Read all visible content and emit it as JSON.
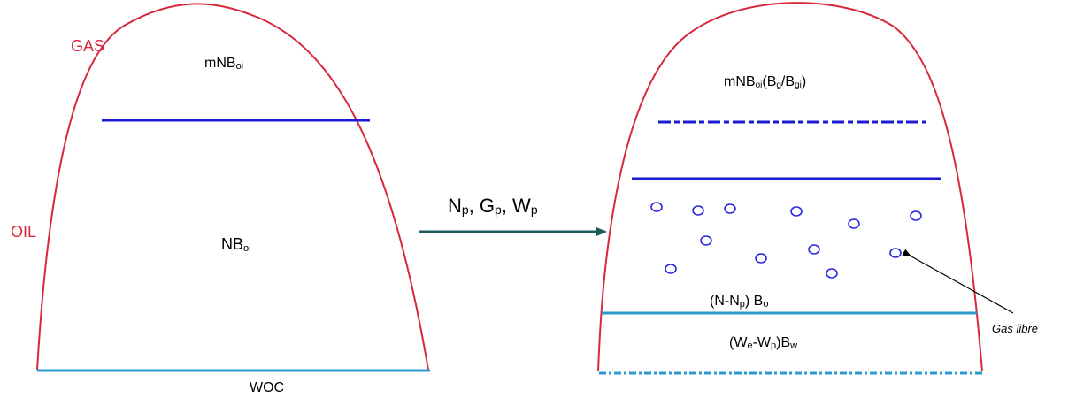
{
  "colors": {
    "dome": "#d8283c",
    "gas_oil_contact": "#1a1ad0",
    "water_contact": "#2a9bd0",
    "arrow": "#1f5a5a",
    "bubble": "#2a2ae0",
    "text": "#111111"
  },
  "left": {
    "gas_label": "GAS",
    "oil_label": "OIL",
    "gas_cap": {
      "main": "mNB",
      "sub": "oi"
    },
    "oil_zone": {
      "main": "NB",
      "sub": "oi"
    },
    "woc_label": "WOC"
  },
  "arrow": {
    "label": [
      {
        "main": "N",
        "sub": "p"
      },
      {
        "main": ", G",
        "sub": "p"
      },
      {
        "main": ", W",
        "sub": "p"
      }
    ]
  },
  "right": {
    "gas_cap": [
      {
        "main": "mNB",
        "sub": "oi"
      },
      {
        "main": "(B",
        "sub": "g"
      },
      {
        "main": "/B",
        "sub": "gi"
      },
      {
        "main": ")",
        "sub": ""
      }
    ],
    "oil_zone": [
      {
        "main": "(N-N",
        "sub": "p"
      },
      {
        "main": ") B",
        "sub": "o"
      }
    ],
    "water_zone": [
      {
        "main": "(W",
        "sub": "e"
      },
      {
        "main": "-W",
        "sub": "p"
      },
      {
        "main": ")B",
        "sub": "w"
      }
    ],
    "free_gas_label": "Gas libre"
  }
}
